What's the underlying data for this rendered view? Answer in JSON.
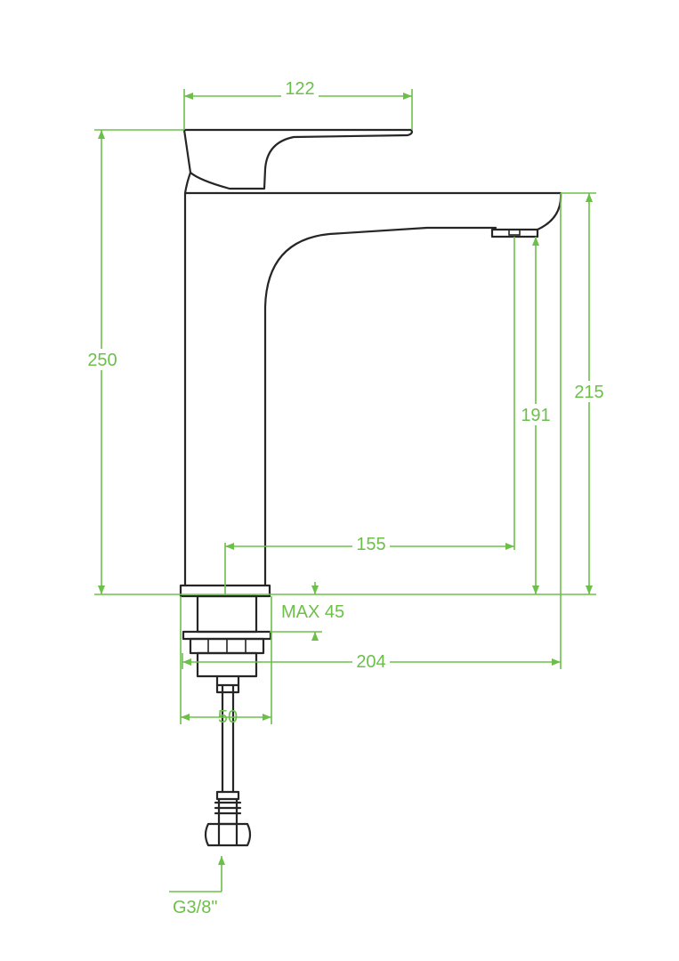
{
  "colors": {
    "dimension": "#6cc04a",
    "outline": "#262626",
    "background": "#ffffff"
  },
  "dimensions": {
    "lever_length": "122",
    "total_height": "250",
    "spout_height_max": "215",
    "spout_height_outlet": "191",
    "spout_reach": "155",
    "max_counter_thickness": "MAX 45",
    "total_depth": "204",
    "base_diameter": "50",
    "connection_thread": "G3/8\""
  }
}
